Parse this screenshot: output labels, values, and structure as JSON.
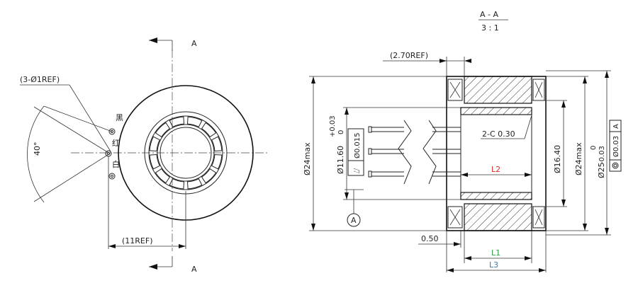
{
  "section": {
    "title": "A - A",
    "scale": "3 : 1",
    "marker": "A"
  },
  "front": {
    "hole_label": "(3-Ø1REF)",
    "angle_label": "40°",
    "width_label": "(11REF)",
    "wire_labels": [
      "黑",
      "红",
      "白"
    ]
  },
  "side": {
    "top_ref": "(2.70REF)",
    "od_max_left": "Ø24max",
    "bore_dim": "Ø11.60",
    "bore_tol_upper": "+0.03",
    "bore_tol_lower": "0",
    "runout_value": "Ø0.015",
    "runout_datum": "A",
    "chamfer": "2-C 0.30",
    "l2": "L2",
    "inner_dia": "Ø16.40",
    "od_max_right": "Ø24max",
    "od_dim": "Ø25",
    "od_tol_upper": "0",
    "od_tol_lower": "-0.03",
    "conc_value": "Ø0.03",
    "conc_datum": "A",
    "offset": "0.50",
    "l1": "L1",
    "l3": "L3",
    "datum_circle": "A"
  },
  "colors": {
    "red": "#d8322c",
    "green": "#2c9d48",
    "blue": "#2f7fbf"
  }
}
